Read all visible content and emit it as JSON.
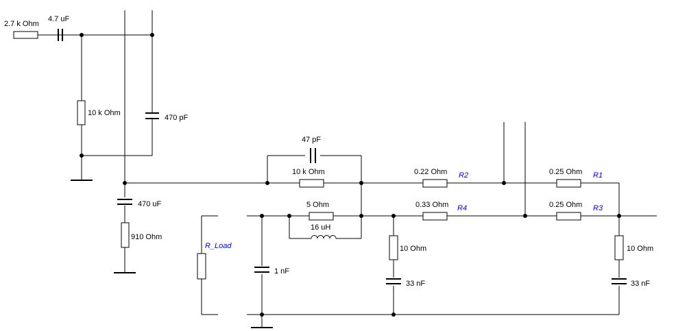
{
  "diagram": {
    "components": {
      "r_in": "2.7 k Ohm",
      "c_in": "4.7 uF",
      "r_10k_shunt": "10 k Ohm",
      "c_470p": "470 pF",
      "c_470u": "470 uF",
      "r_910": "910 Ohm",
      "c_47p": "47 pF",
      "r_10k_fb": "10 k Ohm",
      "r_5": "5 Ohm",
      "l_16u": "16 uH",
      "r_022": "0.22 Ohm",
      "r_033": "0.33 Ohm",
      "r_025_top": "0.25 Ohm",
      "r_025_bot": "0.25 Ohm",
      "c_1n": "1 nF",
      "r_10_mid": "10 Ohm",
      "c_33n_mid": "33 nF",
      "r_10_right": "10 Ohm",
      "c_33n_right": "33 nF"
    },
    "refs": {
      "r_load": "R_Load",
      "r1": "R1",
      "r2": "R2",
      "r3": "R3",
      "r4": "R4"
    }
  }
}
